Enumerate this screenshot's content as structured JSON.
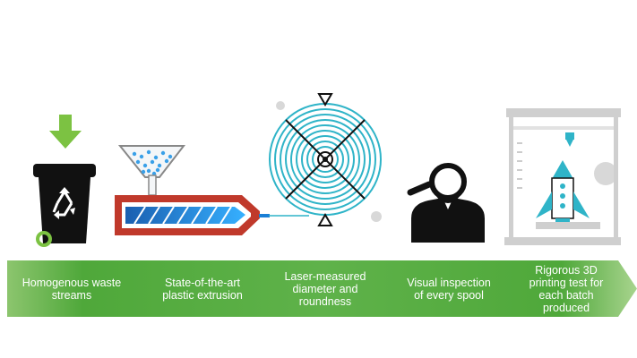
{
  "colors": {
    "green_dark": "#52a83a",
    "green_light": "#b3d89a",
    "blue": "#1a7fd6",
    "teal": "#2fb4c8",
    "red": "#c0392b",
    "black": "#111111",
    "gray": "#c8c8c8"
  },
  "icons": [
    "recycling-bin-icon",
    "plastic-extruder-icon",
    "filament-spool-icon",
    "inspector-magnifier-icon",
    "3d-printer-icon"
  ],
  "steps": [
    {
      "label": "Homogenous waste\nstreams"
    },
    {
      "label": "State-of-the-art\nplastic extrusion"
    },
    {
      "label": "Laser-measured\ndiameter and\nroundness"
    },
    {
      "label": "Visual inspection\nof every spool"
    },
    {
      "label": "Rigorous 3D\nprinting test for\neach batch\nproduced"
    }
  ]
}
